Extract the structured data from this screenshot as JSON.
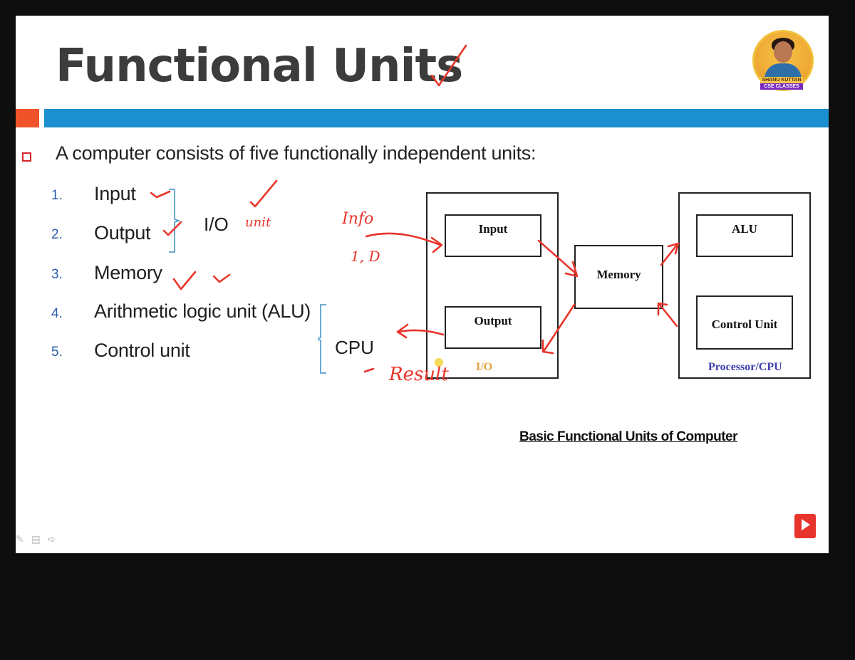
{
  "slide": {
    "title": "Functional Units",
    "intro": "A computer consists of five functionally independent units:",
    "list": [
      {
        "num": "1.",
        "text": "Input"
      },
      {
        "num": "2.",
        "text": "Output"
      },
      {
        "num": "3.",
        "text": "Memory"
      },
      {
        "num": "4.",
        "text": "Arithmetic logic unit (ALU)"
      },
      {
        "num": "5.",
        "text": "Control unit"
      }
    ],
    "io_label": "I/O",
    "cpu_label": "CPU"
  },
  "channel": {
    "line1": "SHANU KUTTAN",
    "line2": "CSE CLASSES"
  },
  "diagram": {
    "input": "Input",
    "output": "Output",
    "memory": "Memory",
    "alu": "ALU",
    "control_unit": "Control Unit",
    "io_caption": "I/O",
    "cpu_caption": "Processor/CPU",
    "caption": "Basic Functional Units of Computer"
  },
  "annotations": {
    "unit": "unit",
    "info": "Info",
    "id": "1, D",
    "result": "Result"
  },
  "colors": {
    "accent_orange": "#f0532a",
    "accent_blue": "#1b8fcf",
    "ink_red": "#e8352b",
    "io_caption": "#e6a43a",
    "cpu_caption": "#3d3db0"
  },
  "icons": {
    "subscribe": "youtube-play-icon",
    "bullet": "square-bullet-icon"
  }
}
